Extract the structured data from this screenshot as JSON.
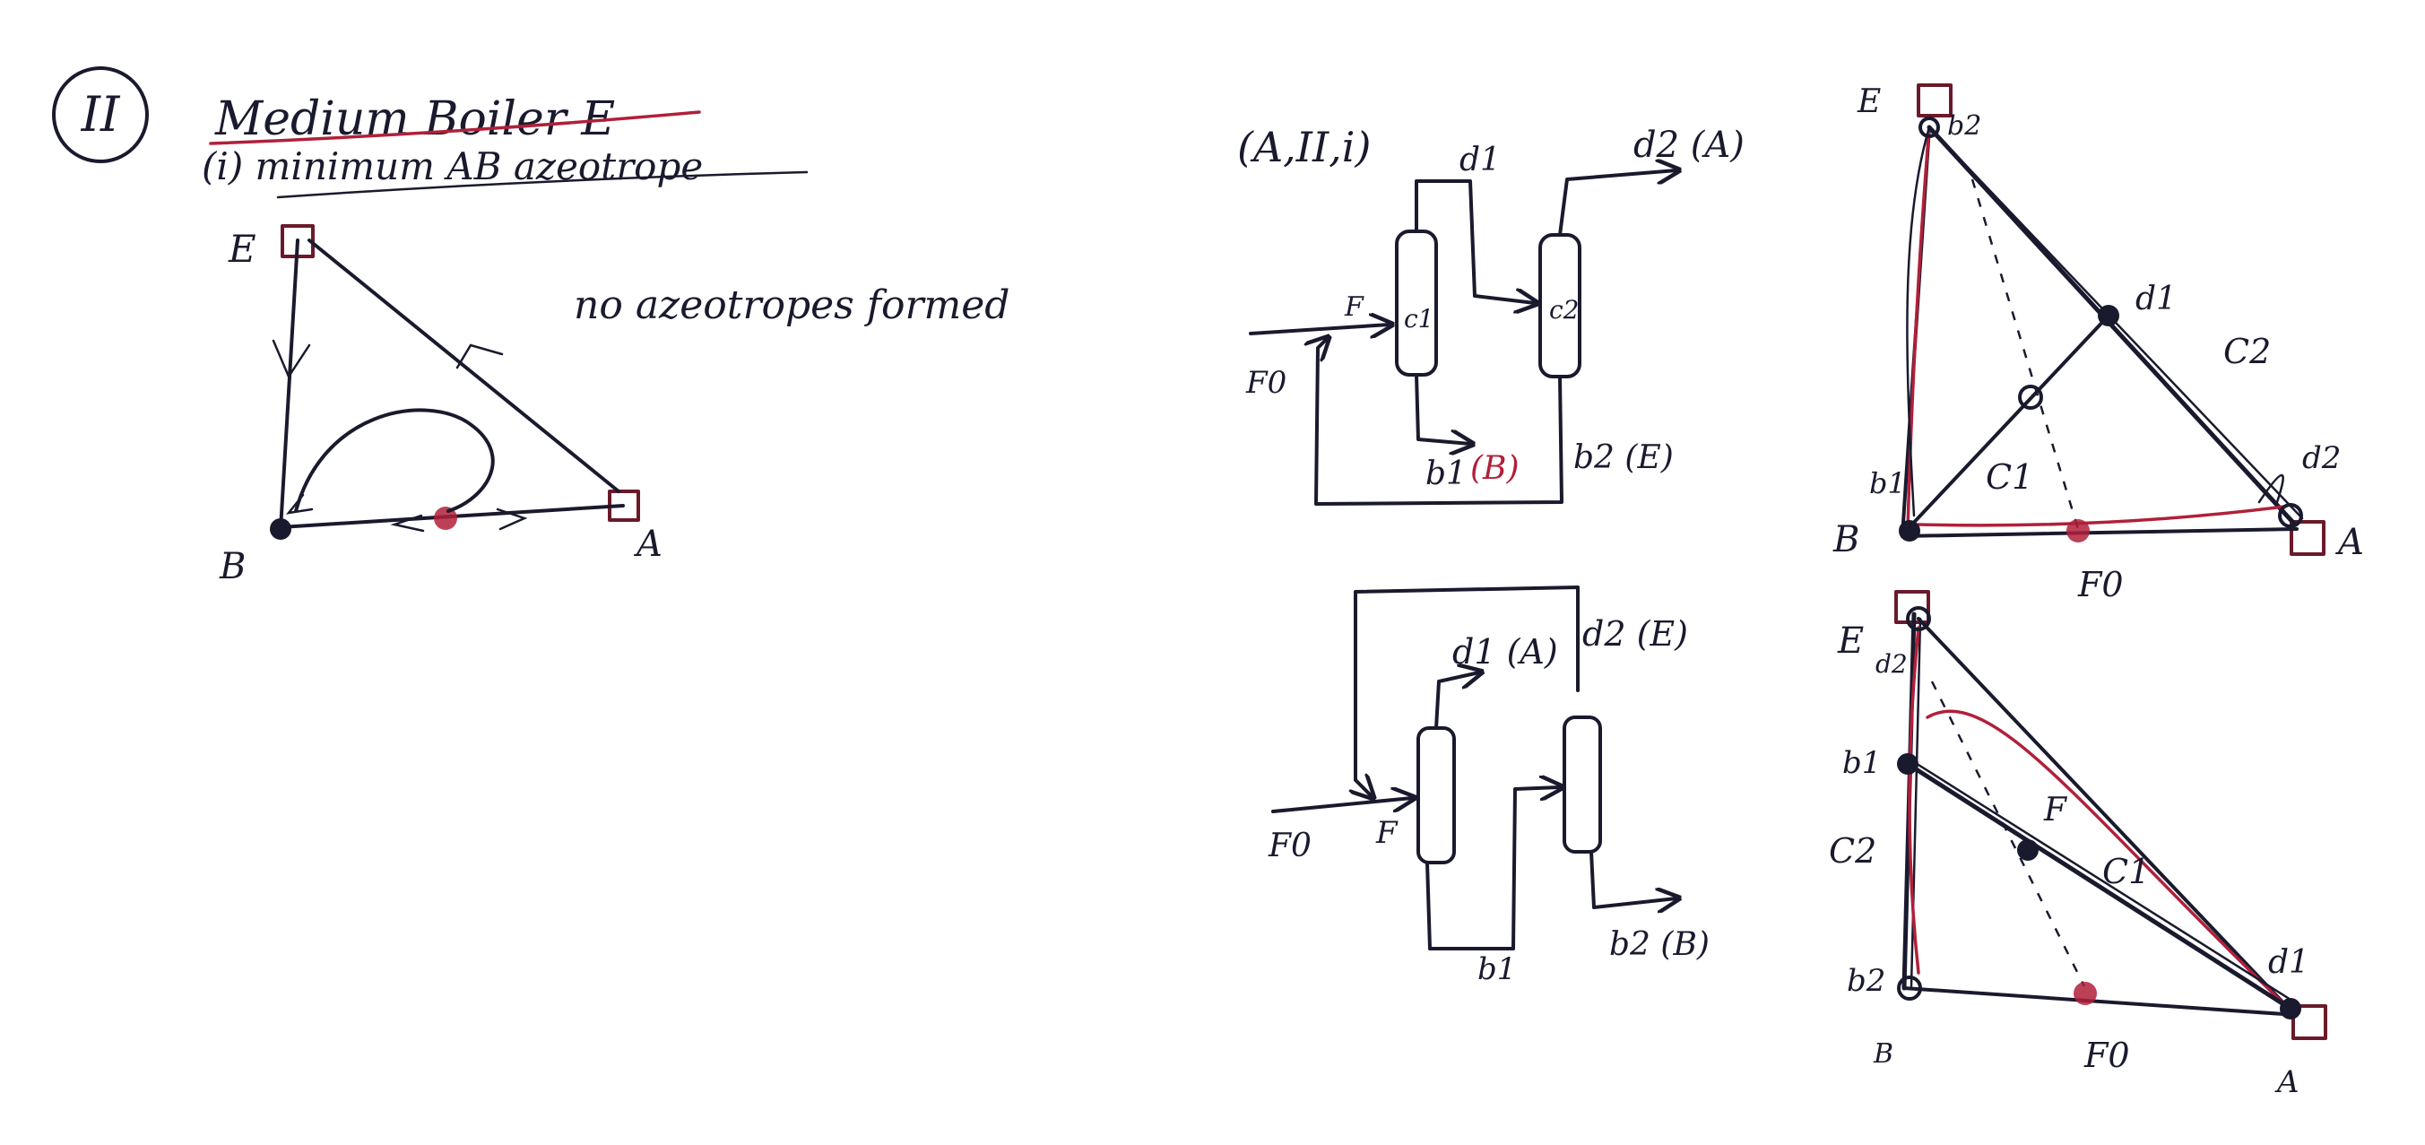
{
  "colors": {
    "ink": "#1a1a2e",
    "red": "#b0203a",
    "paper": "#ffffff"
  },
  "header": {
    "numeral": "II",
    "title": "Medium Boiler E",
    "subtitle": "(i) minimum AB azeotrope"
  },
  "triangle1": {
    "E": "E",
    "B": "B",
    "A": "A",
    "note": "no azeotropes formed"
  },
  "flow1": {
    "tag": "(A,II,i)",
    "d1": "d1",
    "d2": "d2 (A)",
    "F": "F",
    "F0": "F0",
    "c1": "c1",
    "c2": "c2",
    "b1": "b1",
    "b1_tag": "(B)",
    "b2": "b2 (E)"
  },
  "triangle2": {
    "E": "E",
    "b2": "b2",
    "d1": "d1",
    "C2": "C2",
    "d2": "d2",
    "b1": "b1",
    "C1": "C1",
    "B": "B",
    "F0": "F0",
    "A": "A"
  },
  "flow2": {
    "d1": "d1 (A)",
    "d2": "d2 (E)",
    "F0": "F0",
    "F": "F",
    "b1": "b1",
    "b2": "b2 (B)"
  },
  "triangle3": {
    "E": "E",
    "d2": "d2",
    "b1": "b1",
    "C2": "C2",
    "F": "F",
    "C1": "C1",
    "b2": "b2",
    "B": "B",
    "d1": "d1",
    "F0": "F0",
    "A": "A"
  }
}
